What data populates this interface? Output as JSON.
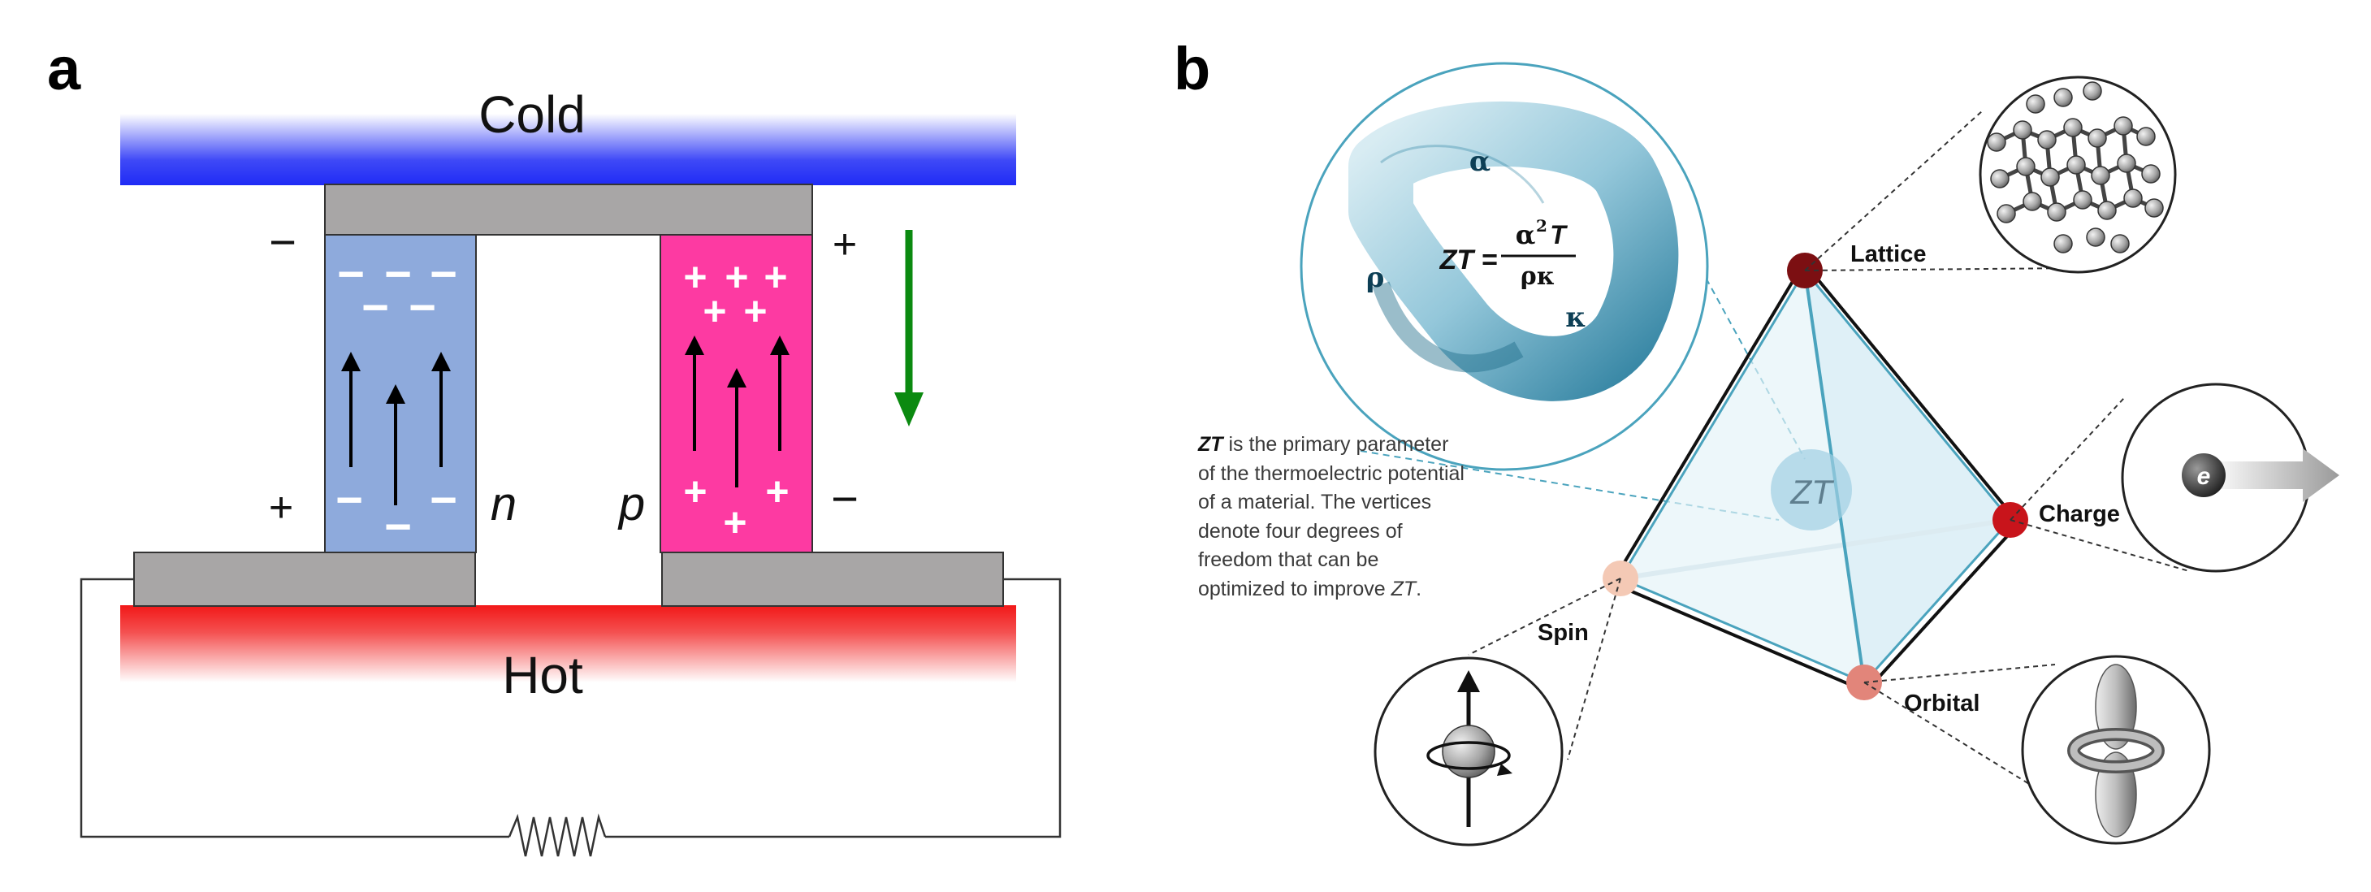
{
  "panel_a": {
    "label": "a",
    "cold_label": "Cold",
    "hot_label": "Hot",
    "n_label": "n",
    "p_label": "p",
    "minus_sign": "−",
    "plus_sign": "+",
    "colors": {
      "cold": "#1f2bf5",
      "hot": "#f21818",
      "n_leg": "#8eaadc",
      "p_leg": "#fd3aa2",
      "connector": "#a8a6a6",
      "flow_arrow": "#0b8a10"
    }
  },
  "panel_b": {
    "label": "b",
    "formula": {
      "lhs": "ZT =",
      "numerator_base": "α",
      "numerator_exp": "2",
      "numerator_var": "T",
      "denominator": "ρκ",
      "alpha": "α",
      "rho": "ρ",
      "kappa": "κ"
    },
    "center_label": "ZT",
    "vertices": {
      "lattice": "Lattice",
      "charge": "Charge",
      "spin": "Spin",
      "orbital": "Orbital"
    },
    "electron_label": "e",
    "note": {
      "lead": "ZT",
      "body": " is the primary parameter of the thermoelectric potential of a material.  The vertices denote four degrees of freedom that can be optimized to improve ",
      "tail": "ZT",
      "end": "."
    },
    "colors": {
      "lattice": "#7c0f12",
      "charge": "#c8141b",
      "orbital": "#e2857a",
      "spin": "#f4c9b5",
      "teal": "#4aa3bd",
      "ring_light": "#b9dbe8",
      "ring_dark": "#2e84a4"
    }
  }
}
